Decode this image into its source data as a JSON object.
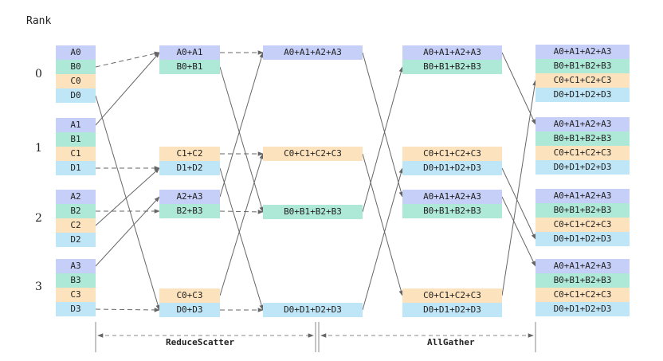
{
  "rank_title": "Rank",
  "ranks": [
    "0",
    "1",
    "2",
    "3"
  ],
  "phases": {
    "reduce_scatter": "ReduceScatter",
    "all_gather": "AllGather"
  },
  "colors": {
    "A": "#c5cff7",
    "B": "#aee8d6",
    "C": "#fde3bd",
    "D": "#bfe6f7",
    "arrow": "#666666"
  },
  "columns": {
    "initial": [
      [
        "A0",
        "B0",
        "C0",
        "D0"
      ],
      [
        "A1",
        "B1",
        "C1",
        "D1"
      ],
      [
        "A2",
        "B2",
        "C2",
        "D2"
      ],
      [
        "A3",
        "B3",
        "C3",
        "D3"
      ]
    ],
    "step1": [
      [
        "A0+A1",
        "B0+B1"
      ],
      [
        "C1+C2",
        "D1+D2"
      ],
      [
        "A2+A3",
        "B2+B3"
      ],
      [
        "C0+C3",
        "D0+D3"
      ]
    ],
    "step2": [
      "A0+A1+A2+A3",
      "C0+C1+C2+C3",
      "B0+B1+B2+B3",
      "D0+D1+D2+D3"
    ],
    "step3": [
      [
        "A0+A1+A2+A3",
        "B0+B1+B2+B3"
      ],
      [
        "C0+C1+C2+C3",
        "D0+D1+D2+D3"
      ],
      [
        "A0+A1+A2+A3",
        "B0+B1+B2+B3"
      ],
      [
        "C0+C1+C2+C3",
        "D0+D1+D2+D3"
      ]
    ],
    "final": [
      [
        "A0+A1+A2+A3",
        "B0+B1+B2+B3",
        "C0+C1+C2+C3",
        "D0+D1+D2+D3"
      ],
      [
        "A0+A1+A2+A3",
        "B0+B1+B2+B3",
        "C0+C1+C2+C3",
        "D0+D1+D2+D3"
      ],
      [
        "A0+A1+A2+A3",
        "B0+B1+B2+B3",
        "C0+C1+C2+C3",
        "D0+D1+D2+D3"
      ],
      [
        "A0+A1+A2+A3",
        "B0+B1+B2+B3",
        "C0+C1+C2+C3",
        "D0+D1+D2+D3"
      ]
    ]
  }
}
